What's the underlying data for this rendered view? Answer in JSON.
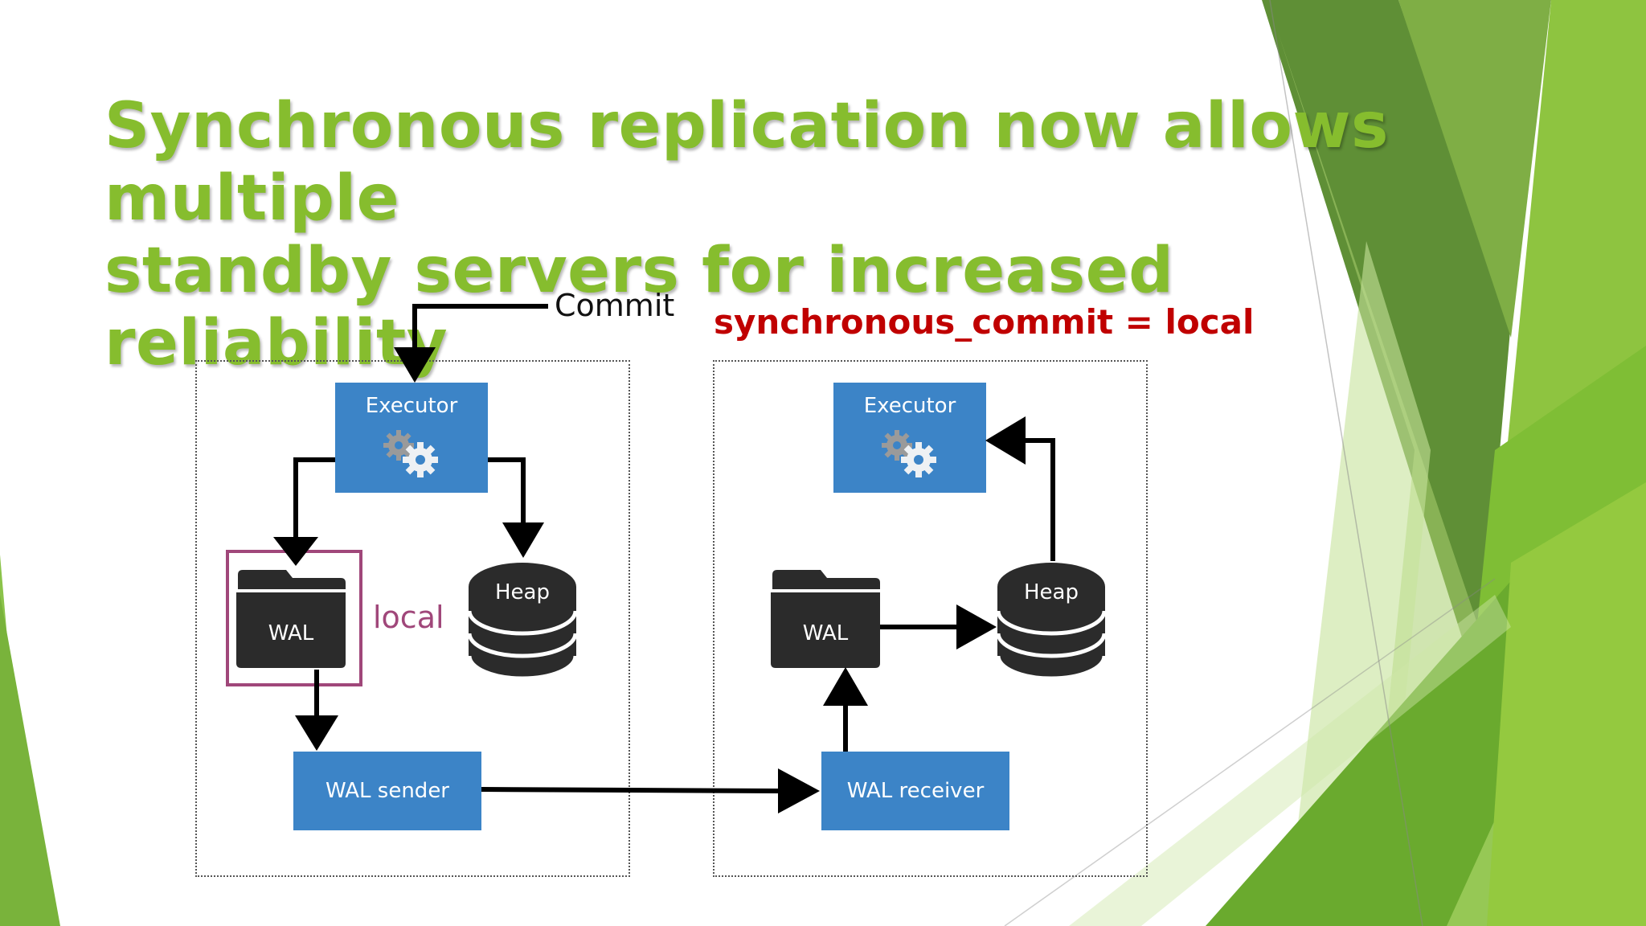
{
  "slide": {
    "title_line1": "Synchronous replication now allows multiple",
    "title_line2": "standby servers for increased reliability",
    "accent_color": "#86bd2e",
    "setting_label": "synchronous_commit = local",
    "setting_color": "#c00000"
  },
  "diagram": {
    "commit_label": "Commit",
    "primary": {
      "executor_label": "Executor",
      "wal_label": "WAL",
      "heap_label": "Heap",
      "wal_sender_label": "WAL sender",
      "highlight_label": "local"
    },
    "standby": {
      "executor_label": "Executor",
      "wal_label": "WAL",
      "heap_label": "Heap",
      "wal_receiver_label": "WAL receiver"
    },
    "box_color": "#3c84c7",
    "highlight_color": "#a0477a"
  }
}
